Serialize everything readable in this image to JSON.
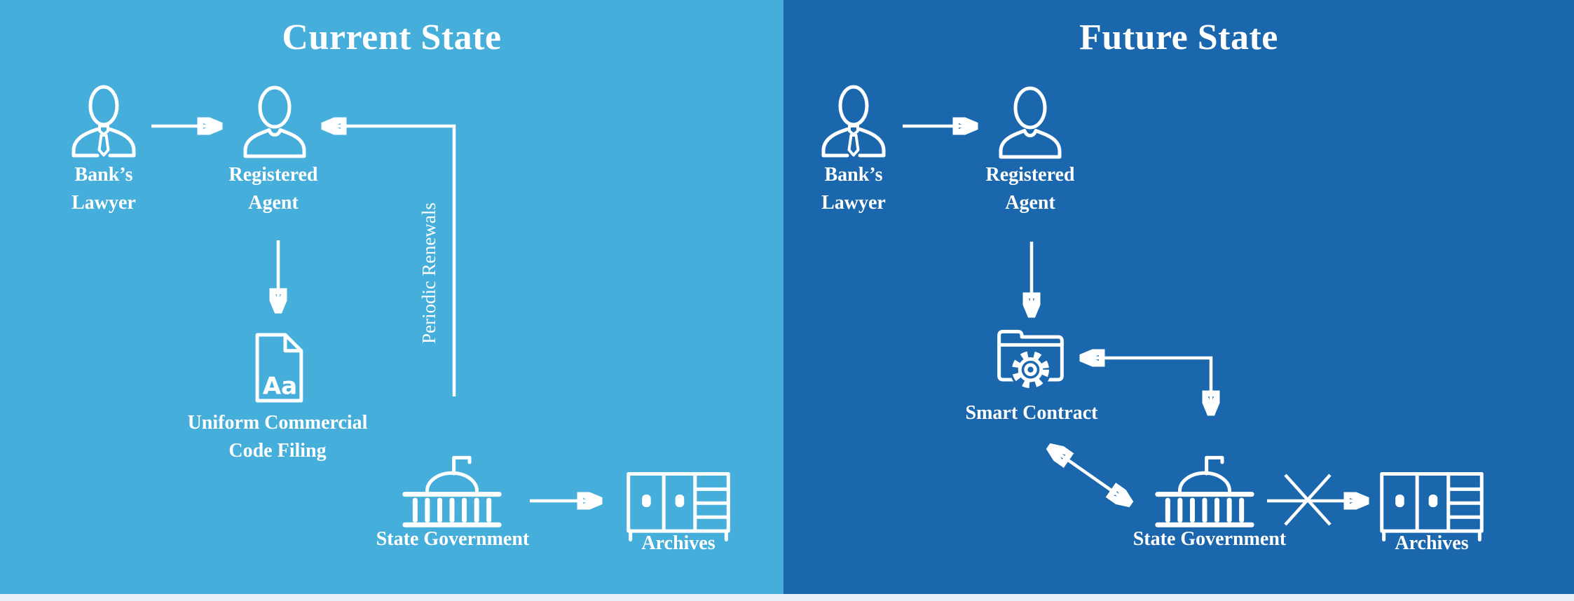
{
  "colors": {
    "left_bg": "#45AEDB",
    "right_bg": "#1A67AE",
    "stroke": "#FFFFFF",
    "footer_bg": "#E9F1F8"
  },
  "icons": {
    "lawyer": "person-with-tie-icon",
    "agent": "person-icon",
    "ucc_document": "document-aa-icon",
    "smart_contract": "folder-gear-icon",
    "state_government": "government-building-icon",
    "archives": "archive-cabinet-icon"
  },
  "current": {
    "title": "Current State",
    "lawyer_label_1": "Bank’s",
    "lawyer_label_2": "Lawyer",
    "agent_label_1": "Registered",
    "agent_label_2": "Agent",
    "periodic_renewals": "Periodic Renewals",
    "ucc_doc_text": "Aa",
    "ucc_label_1": "Uniform Commercial",
    "ucc_label_2": "Code Filing",
    "state_gov_label": "State Government",
    "archives_label": "Archives"
  },
  "future": {
    "title": "Future State",
    "lawyer_label_1": "Bank’s",
    "lawyer_label_2": "Lawyer",
    "agent_label_1": "Registered",
    "agent_label_2": "Agent",
    "smart_contract_label": "Smart Contract",
    "state_gov_label": "State Government",
    "archives_label": "Archives"
  }
}
